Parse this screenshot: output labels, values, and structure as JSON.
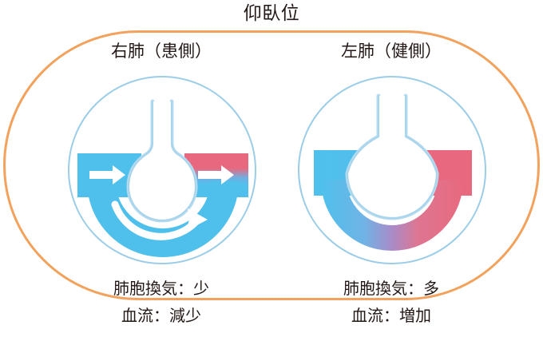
{
  "diagram": {
    "title": "仰臥位",
    "frame_color": "#F2A25C",
    "text_color": "#231815",
    "circle_outline_color": "#9CCDE8",
    "blue_color": "#4FC0EC",
    "red_color": "#E8697F",
    "panels": [
      {
        "id": "right-lung",
        "heading": "右肺（患側）",
        "alveolus": {
          "size": "small",
          "state": "collapsed",
          "arrows": [
            "inflow-arrow",
            "outflow-arrow",
            "curved-flow-arrow"
          ]
        },
        "captions": [
          "肺胞換気：少",
          "血流：減少"
        ]
      },
      {
        "id": "left-lung",
        "heading": "左肺（健側）",
        "alveolus": {
          "size": "large",
          "state": "expanded",
          "arrows": []
        },
        "captions": [
          "肺胞換気：多",
          "血流：増加"
        ]
      }
    ]
  }
}
